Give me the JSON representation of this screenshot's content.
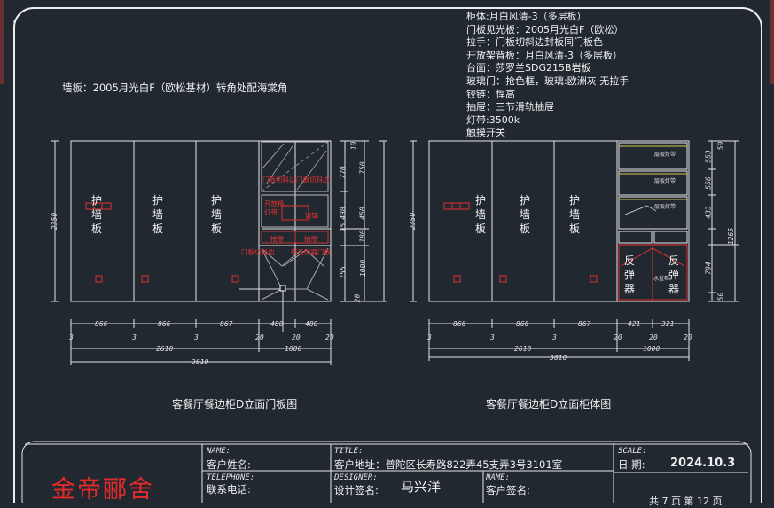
{
  "spec_lines": [
    "柜体:月白风清-3（多层板）",
    "门板见光板：2005月光白F（欧松）",
    "拉手：门板切斜边封板同门板色",
    "开放架背板：月白风清-3（多层板）",
    "台面：莎罗兰SDG215B岩板",
    "玻璃门：抢色框，玻璃:欧洲灰 无拉手",
    "铰链：悍高",
    "抽屉：三节滑轨抽屉",
    "灯带:3500k",
    "触摸开关"
  ],
  "wall_note": "墙板：2005月光白F（欧松基材）转角处配海棠角",
  "left_drawing": {
    "title": "客餐厅餐边柜D立面门板图",
    "panel_label": "护墙板",
    "height_dim": "2350",
    "widths": [
      "866",
      "866",
      "867",
      "480",
      "480"
    ],
    "gaps": [
      "3",
      "3",
      "3",
      "20",
      "20",
      "20"
    ],
    "subtotal_a": "2610",
    "subtotal_b": "1000",
    "total": "3610",
    "right_dims": [
      "10",
      "770",
      "750",
      "430",
      "450",
      "15",
      "180",
      "755",
      "1000",
      "20"
    ],
    "red_labels": [
      "门板切斜边",
      "门板切斜边",
      "开放格",
      "灯带",
      "玻璃",
      "抽屉",
      "抽屉",
      "门板切斜边",
      "带反弹器门板"
    ]
  },
  "right_drawing": {
    "title": "客餐厅餐边柜D立面柜体图",
    "panel_label": "护墙板",
    "side_label": "反弹器",
    "height_dim": "2350",
    "widths": [
      "866",
      "866",
      "867",
      "421",
      "321"
    ],
    "gaps": [
      "3",
      "3",
      "3",
      "20",
      "20",
      "20"
    ],
    "subtotal_a": "2610",
    "subtotal_b": "1000",
    "total": "3610",
    "right_dims": [
      "50",
      "553",
      "556",
      "433",
      "794",
      "50"
    ],
    "right_dim_outer": "1265",
    "shelf_labels": [
      "层板灯带",
      "层板灯带",
      "层板灯带",
      "水盆柜"
    ]
  },
  "title_block": {
    "brand": "金帝郦舍",
    "name_label": "NAME:",
    "name_cn": "客户姓名:",
    "tel_label": "TELEPHONE:",
    "tel_cn": "联系电话:",
    "title_label": "TITLE:",
    "address": "客户地址：普陀区长寿路822弄45支弄3号3101室",
    "designer_label": "DESIGNER:",
    "designer_cn": "设计签名:",
    "designer_name": "马兴洋",
    "sign_label": "NAME:",
    "sign_cn": "客户签名:",
    "scale_label": "SCALE:",
    "date_label": "日  期:",
    "date": "2024.10.3",
    "pages": "共 7 页  第 12 页"
  }
}
